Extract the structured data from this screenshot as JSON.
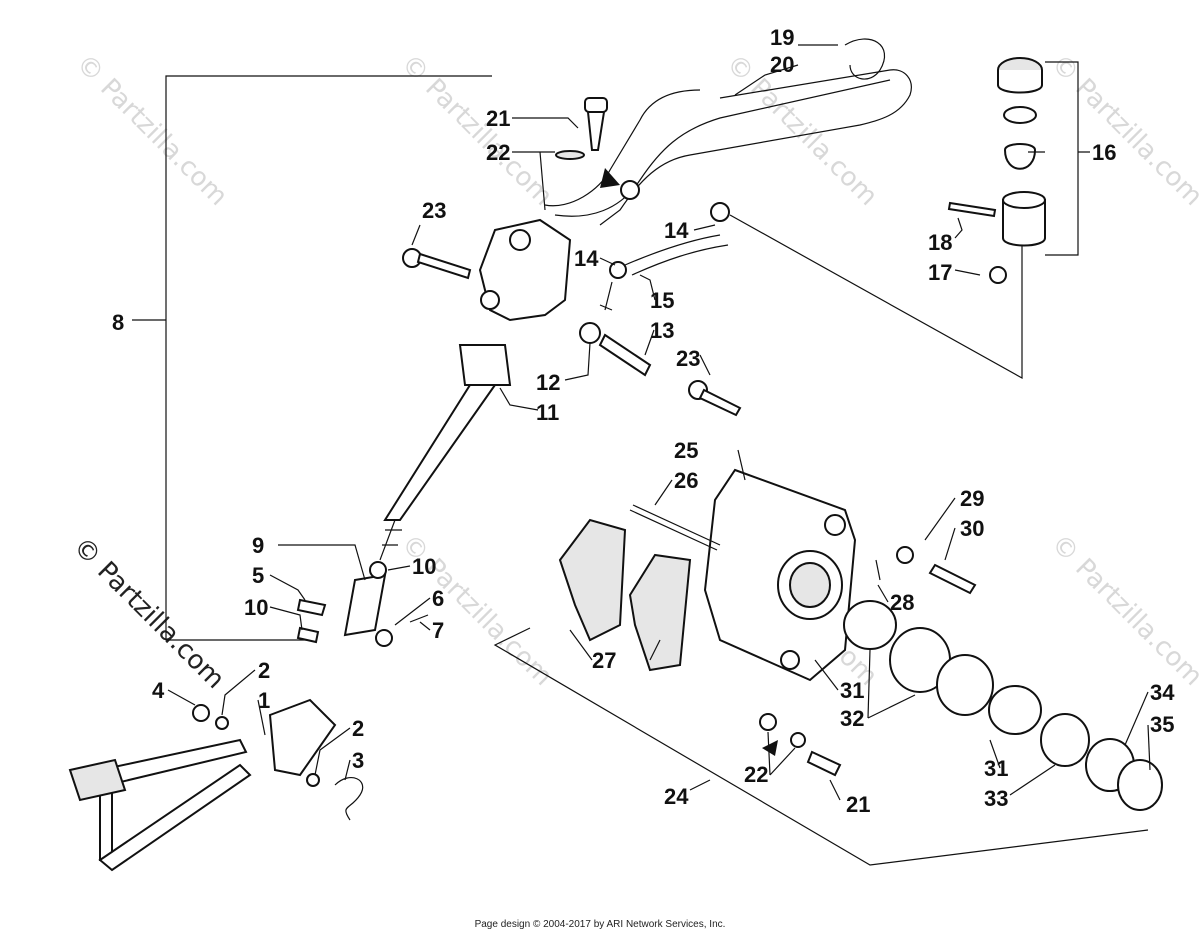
{
  "callouts": [
    "1",
    "2",
    "3",
    "4",
    "5",
    "6",
    "7",
    "8",
    "9",
    "10",
    "11",
    "12",
    "13",
    "14",
    "15",
    "16",
    "17",
    "18",
    "19",
    "20",
    "21",
    "22",
    "23",
    "24",
    "25",
    "26",
    "27",
    "28",
    "29",
    "30",
    "31",
    "32",
    "33",
    "34",
    "35"
  ],
  "watermark": "© Partzilla.com",
  "footer": "Page design © 2004-2017 by ARI Network Services, Inc."
}
